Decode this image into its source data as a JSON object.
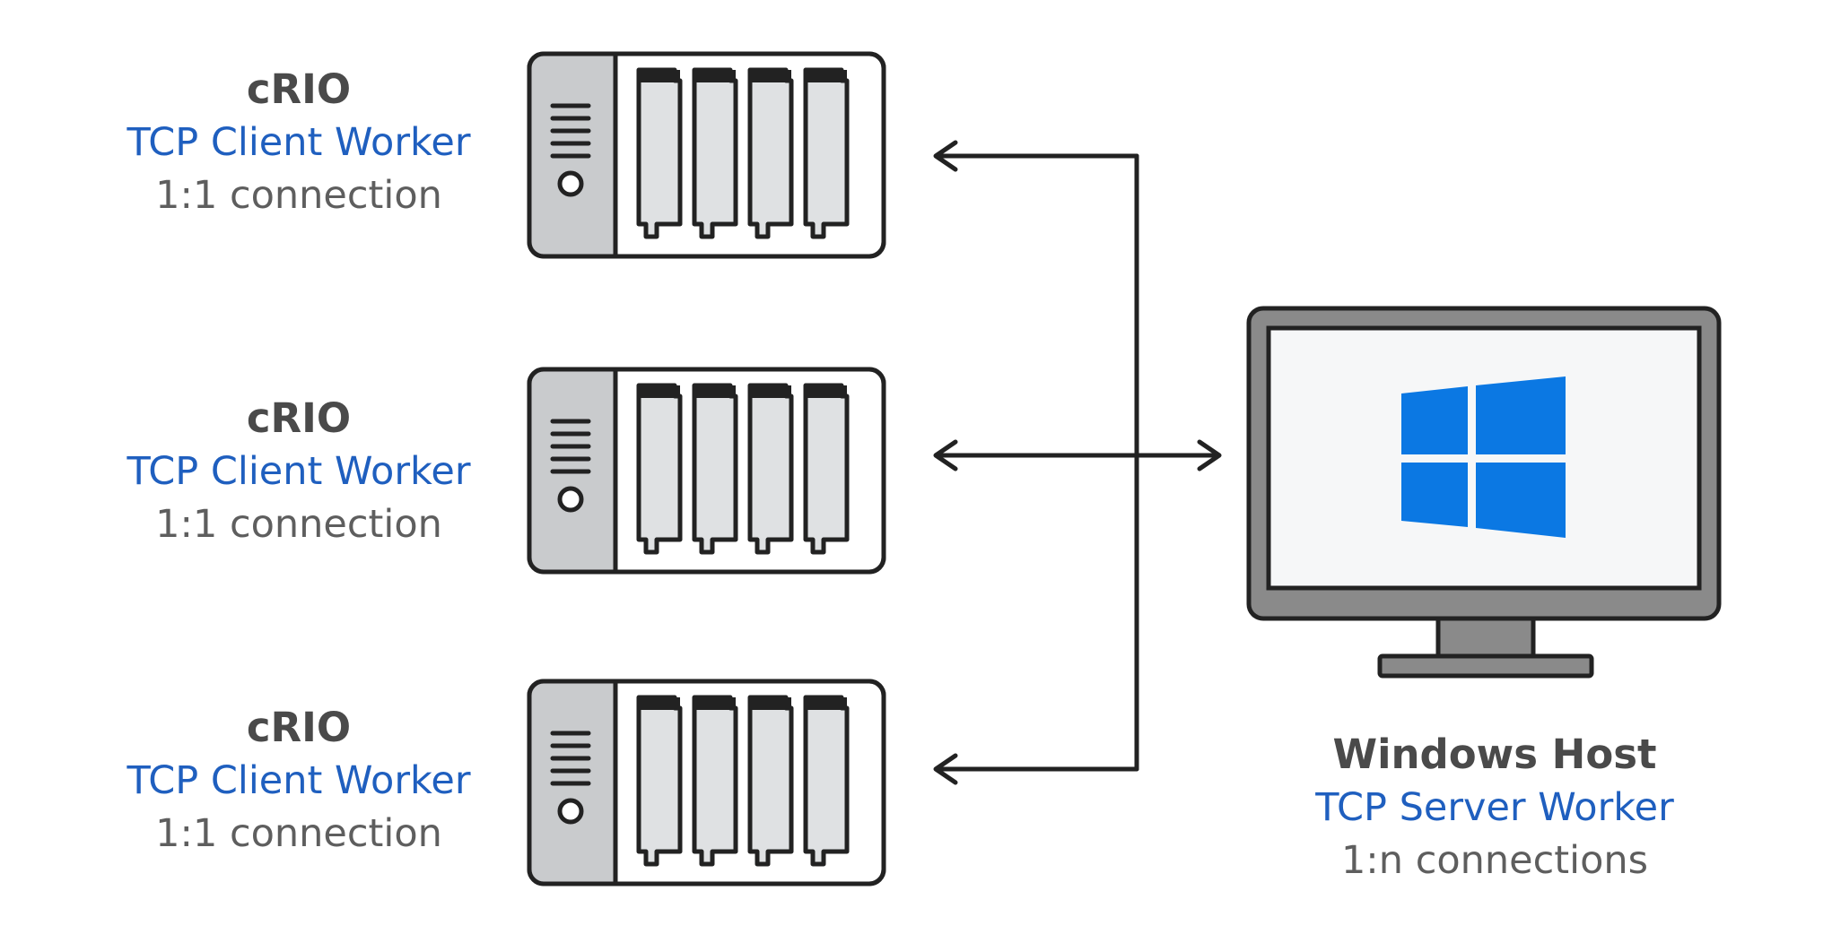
{
  "clients": [
    {
      "title": "cRIO",
      "role": "TCP Client Worker",
      "connection": "1:1 connection"
    },
    {
      "title": "cRIO",
      "role": "TCP Client Worker",
      "connection": "1:1 connection"
    },
    {
      "title": "cRIO",
      "role": "TCP Client Worker",
      "connection": "1:1 connection"
    }
  ],
  "host": {
    "title": "Windows Host",
    "role": "TCP Server Worker",
    "connection": "1:n connections"
  },
  "colors": {
    "title": "#4a4a4a",
    "role": "#1f5fbf",
    "connection": "#5e5e5e",
    "outline": "#222222",
    "chassis_panel": "#c9cbcd",
    "module_fill": "#dfe1e3",
    "monitor_bezel": "#8a8a8a",
    "screen": "#f6f7f8",
    "windows_logo": "#0b78e3"
  },
  "icons": {
    "client": "crio-chassis-icon",
    "host": "monitor-icon",
    "host_logo": "windows-logo-icon"
  }
}
